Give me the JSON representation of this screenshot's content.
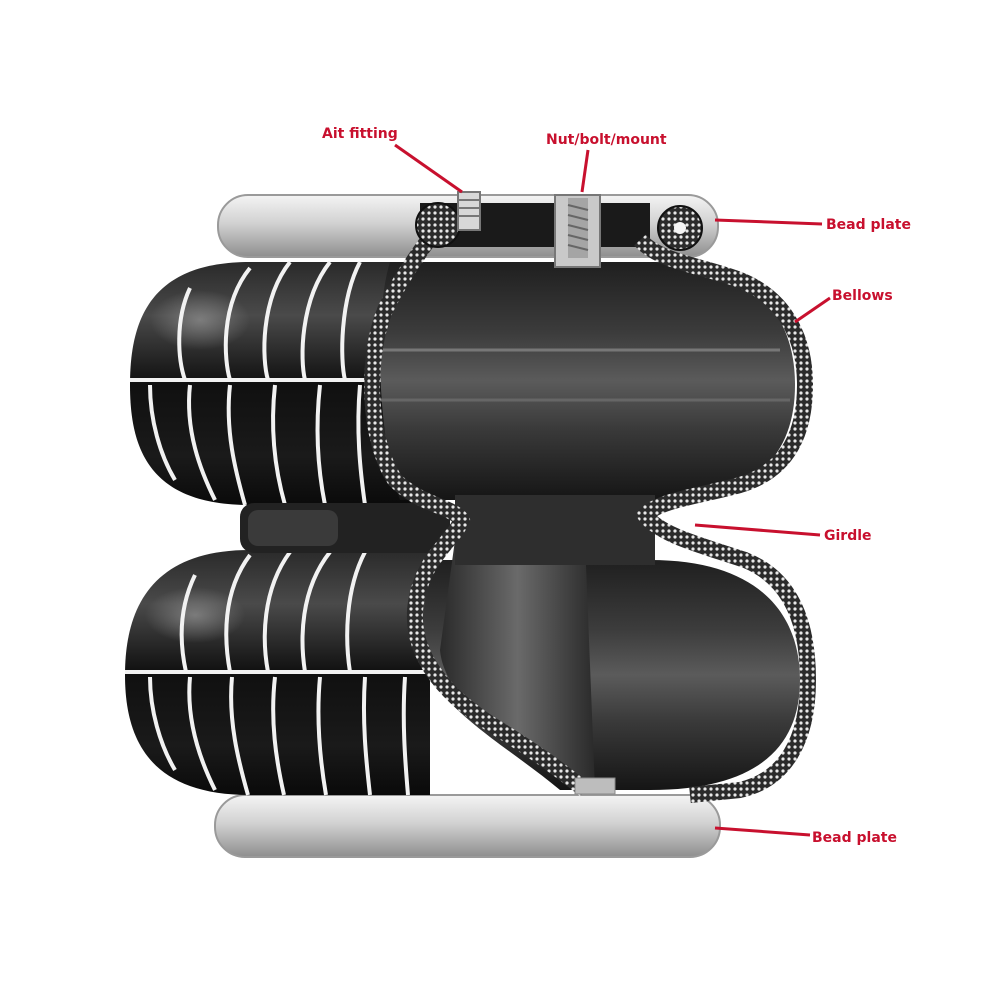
{
  "diagram": {
    "labels": {
      "air_fitting": "Ait fitting",
      "nut_bolt_mount": "Nut/bolt/mount",
      "bead_plate_top": "Bead plate",
      "bellows": "Bellows",
      "girdle": "Girdle",
      "bead_plate_bottom": "Bead plate"
    },
    "colors": {
      "label_red": "#c8102e",
      "rubber": "#1c1c1c",
      "rubber_highlight": "#5a5a5a",
      "plate_steel": "#c9c9c9",
      "wall_dots": "#e6e6e6",
      "rib_lines": "#f2f2f2"
    }
  }
}
